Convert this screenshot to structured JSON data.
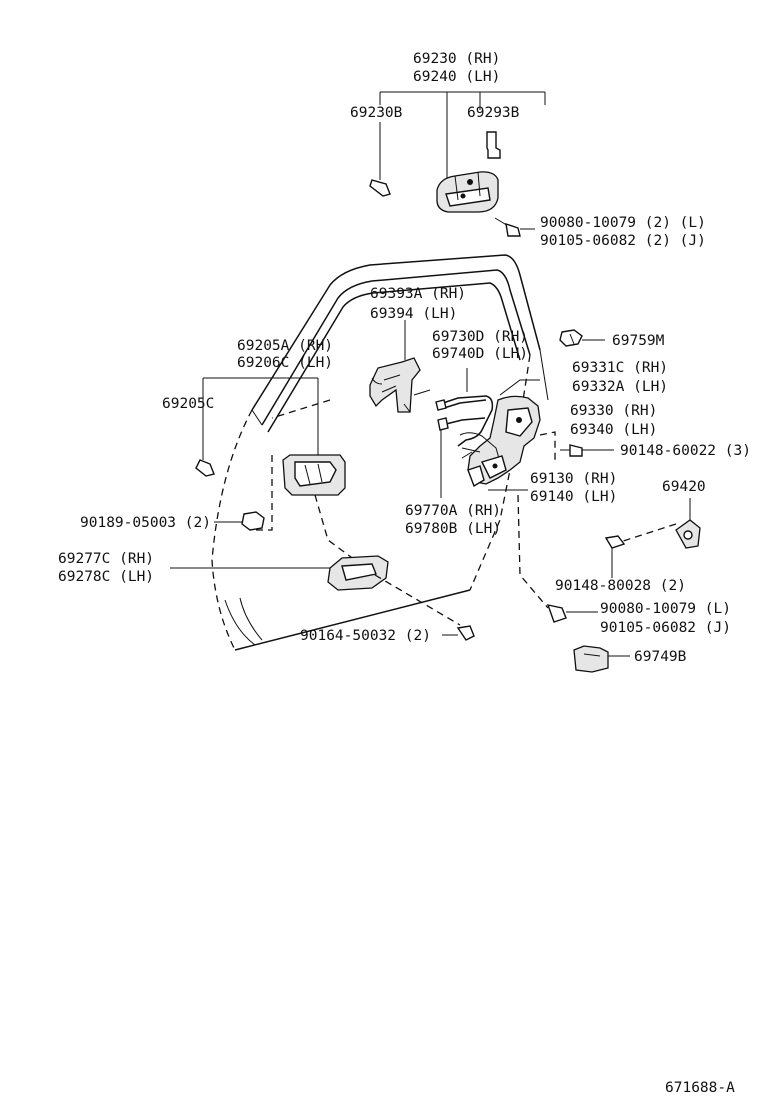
{
  "labels": {
    "p69230": "69230 (RH)",
    "p69240": "69240 (LH)",
    "p69230B": "69230B",
    "p69293B": "69293B",
    "p90080a": "90080-10079 (2) (L)",
    "p90105a": "90105-06082 (2) (J)",
    "p69393A": "69393A (RH)",
    "p69394": "69394  (LH)",
    "p69759M": "69759M",
    "p69730D": "69730D (RH)",
    "p69740D": "69740D (LH)",
    "p69205A": "69205A (RH)",
    "p69206C": "69206C (LH)",
    "p69331C": "69331C (RH)",
    "p69332A": "69332A (LH)",
    "p69205C": "69205C",
    "p69330": "69330 (RH)",
    "p69340": "69340 (LH)",
    "p90148a": "90148-60022 (3)",
    "p69130": "69130 (RH)",
    "p69140": "69140 (LH)",
    "p69420": "69420",
    "p69770A": "69770A (RH)",
    "p69780B": "69780B (LH)",
    "p90189": "90189-05003 (2)",
    "p69277C": "69277C (RH)",
    "p69278C": "69278C (LH)",
    "p90148b": "90148-80028 (2)",
    "p90080b": "90080-10079 (L)",
    "p90105b": "90105-06082 (J)",
    "p90164": "90164-50032 (2)",
    "p69749B": "69749B",
    "diagram_id": "671688-A"
  }
}
